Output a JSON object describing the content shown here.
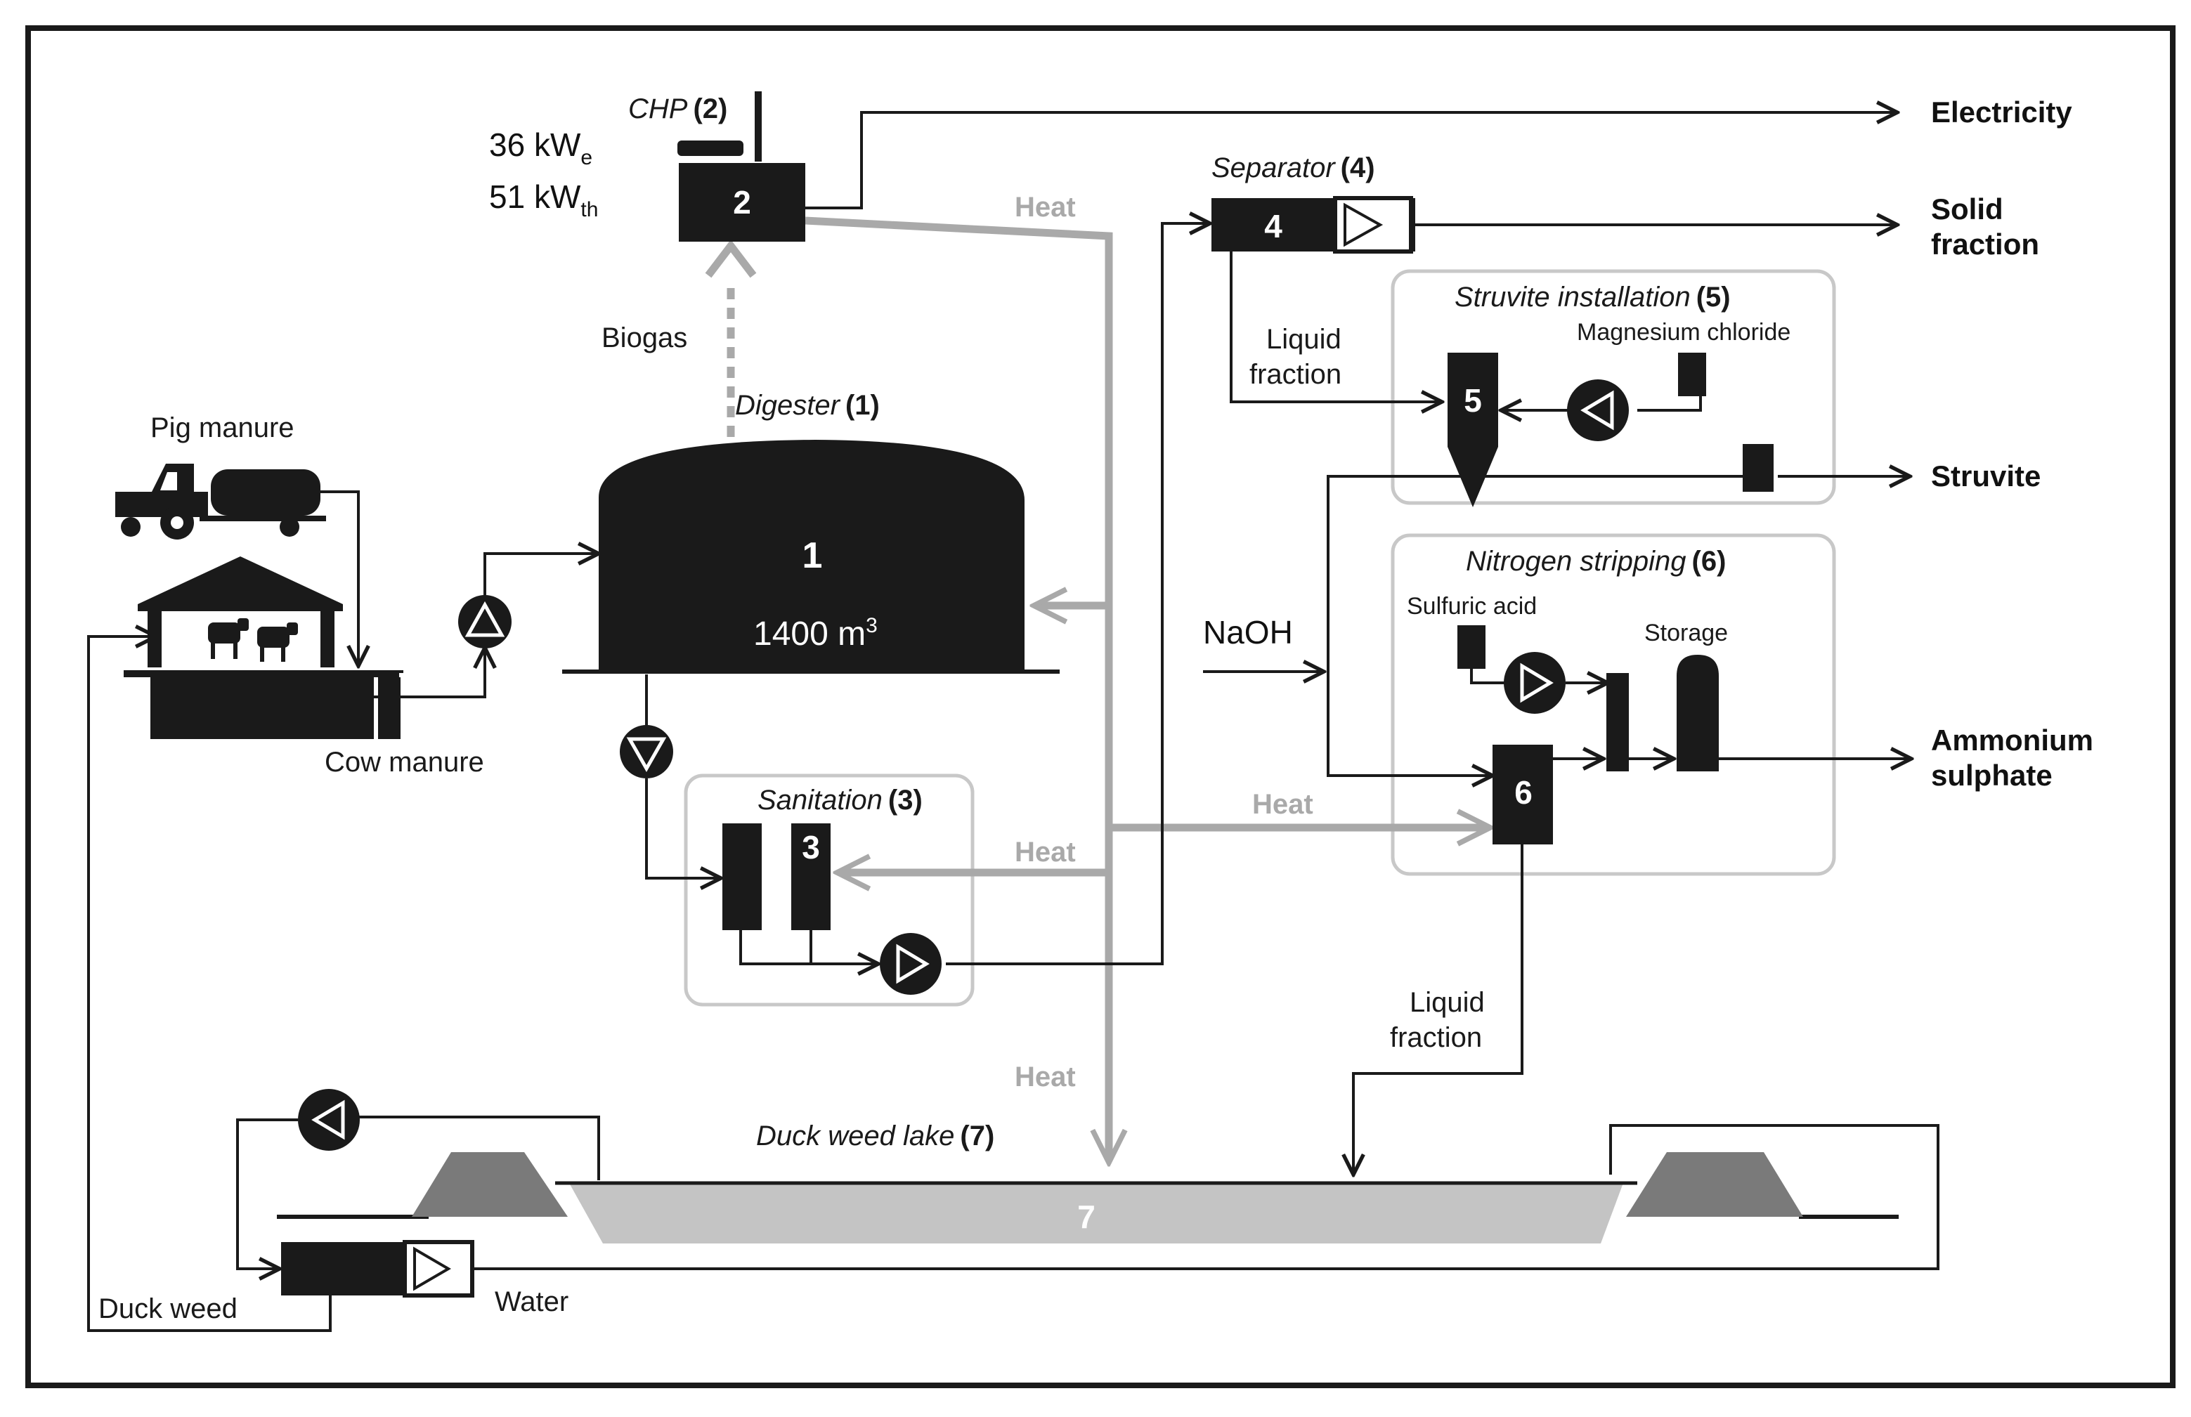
{
  "chp": {
    "title": "CHP",
    "num": "(2)",
    "unit": "2",
    "electric": "36 kW",
    "electric_sub": "e",
    "thermal": "51 kW",
    "thermal_sub": "th"
  },
  "outputs": {
    "electricity": "Electricity",
    "solid_1": "Solid",
    "solid_2": "fraction",
    "struvite": "Struvite",
    "ammonium_1": "Ammonium",
    "ammonium_2": "sulphate"
  },
  "biogas": "Biogas",
  "heat": "Heat",
  "digester": {
    "title": "Digester",
    "num": "(1)",
    "unit": "1",
    "volume": "1400 m",
    "volume_sup": "3"
  },
  "separator": {
    "title": "Separator",
    "num": "(4)",
    "unit": "4"
  },
  "struvite_inst": {
    "title": "Struvite installation",
    "num": "(5)",
    "unit": "5",
    "chemical": "Magnesium chloride"
  },
  "liquid_fraction_1": "Liquid",
  "liquid_fraction_2": "fraction",
  "naoh": "NaOH",
  "nitrogen": {
    "title": "Nitrogen stripping",
    "num": "(6)",
    "unit": "6",
    "chemical": "Sulfuric acid",
    "storage": "Storage"
  },
  "sanitation": {
    "title": "Sanitation",
    "num": "(3)",
    "unit": "3"
  },
  "farm": {
    "pig": "Pig manure",
    "cow": "Cow manure"
  },
  "lake": {
    "title": "Duck weed lake",
    "num": "(7)",
    "unit": "7",
    "duckweed": "Duck weed",
    "water": "Water"
  },
  "colors": {
    "dark": "#1a1a1a",
    "heat_grey": "#a9a9a9",
    "box_border": "#c8c8c8",
    "lake_fill": "#c4c4c4",
    "bank_fill": "#7a7a7a"
  }
}
